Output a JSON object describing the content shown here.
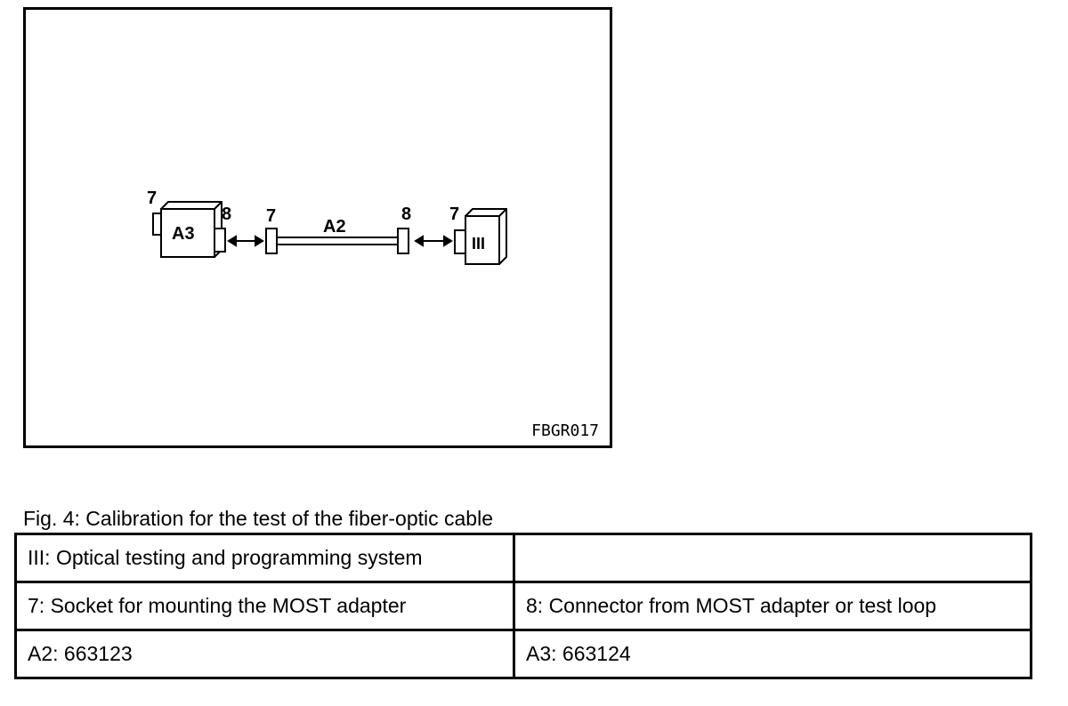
{
  "figure": {
    "code": "FBGR017",
    "labels": {
      "a3_box": "A3",
      "a3_socket": "7",
      "a3_connector": "8",
      "cable_left_socket": "7",
      "cable": "A2",
      "cable_right_connector": "8",
      "tester_socket": "7",
      "tester_box": "III"
    }
  },
  "caption": "Fig. 4: Calibration for the test of the fiber-optic cable",
  "legend": {
    "rows": [
      [
        "III: Optical testing and programming system",
        ""
      ],
      [
        "7: Socket for mounting the MOST adapter",
        "8: Connector from MOST adapter or test loop"
      ],
      [
        "A2: 663123",
        "A3: 663124"
      ]
    ]
  }
}
